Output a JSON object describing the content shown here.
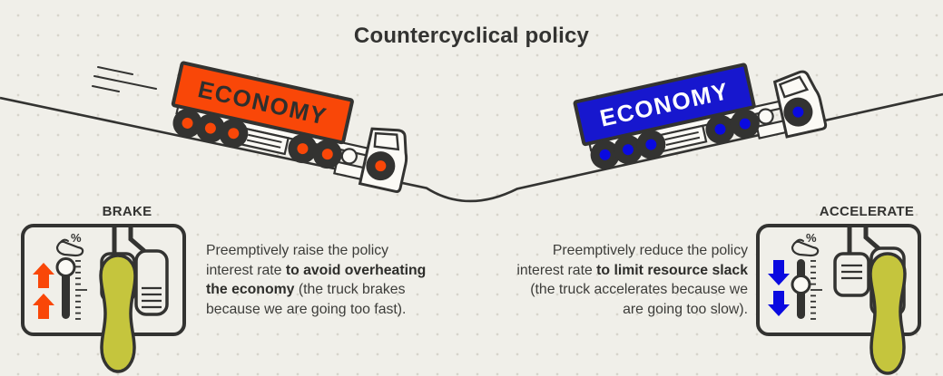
{
  "title": "Countercyclical policy",
  "colors": {
    "background": "#f0efe9",
    "dot": "#d7d5cb",
    "ink": "#333331",
    "text": "#3c3c39",
    "orange": "#f94708",
    "blue": "#1717ce",
    "arrow_blue": "#0a0ae0",
    "foot": "#c5c53d",
    "white": "#fbfaf5"
  },
  "scene": {
    "left_truck": {
      "label": "ECONOMY",
      "cargo_color": "#f94708",
      "direction": "downhill"
    },
    "right_truck": {
      "label": "ECONOMY",
      "cargo_color": "#1717ce",
      "direction": "uphill"
    }
  },
  "panels": {
    "brake": {
      "label": "BRAKE",
      "percent": "%",
      "arrow_direction": "up",
      "description": [
        {
          "text": "Preemptively raise the policy interest rate ",
          "bold": false
        },
        {
          "text": "to avoid overheating the economy",
          "bold": true
        },
        {
          "text": " (the truck brakes because we are going too fast).",
          "bold": false
        }
      ]
    },
    "accelerate": {
      "label": "ACCELERATE",
      "percent": "%",
      "arrow_direction": "down",
      "description": [
        {
          "text": "Preemptively reduce the policy interest rate ",
          "bold": false
        },
        {
          "text": "to limit resource slack",
          "bold": true
        },
        {
          "text": " (the truck accelerates because we are going too slow).",
          "bold": false
        }
      ]
    }
  }
}
